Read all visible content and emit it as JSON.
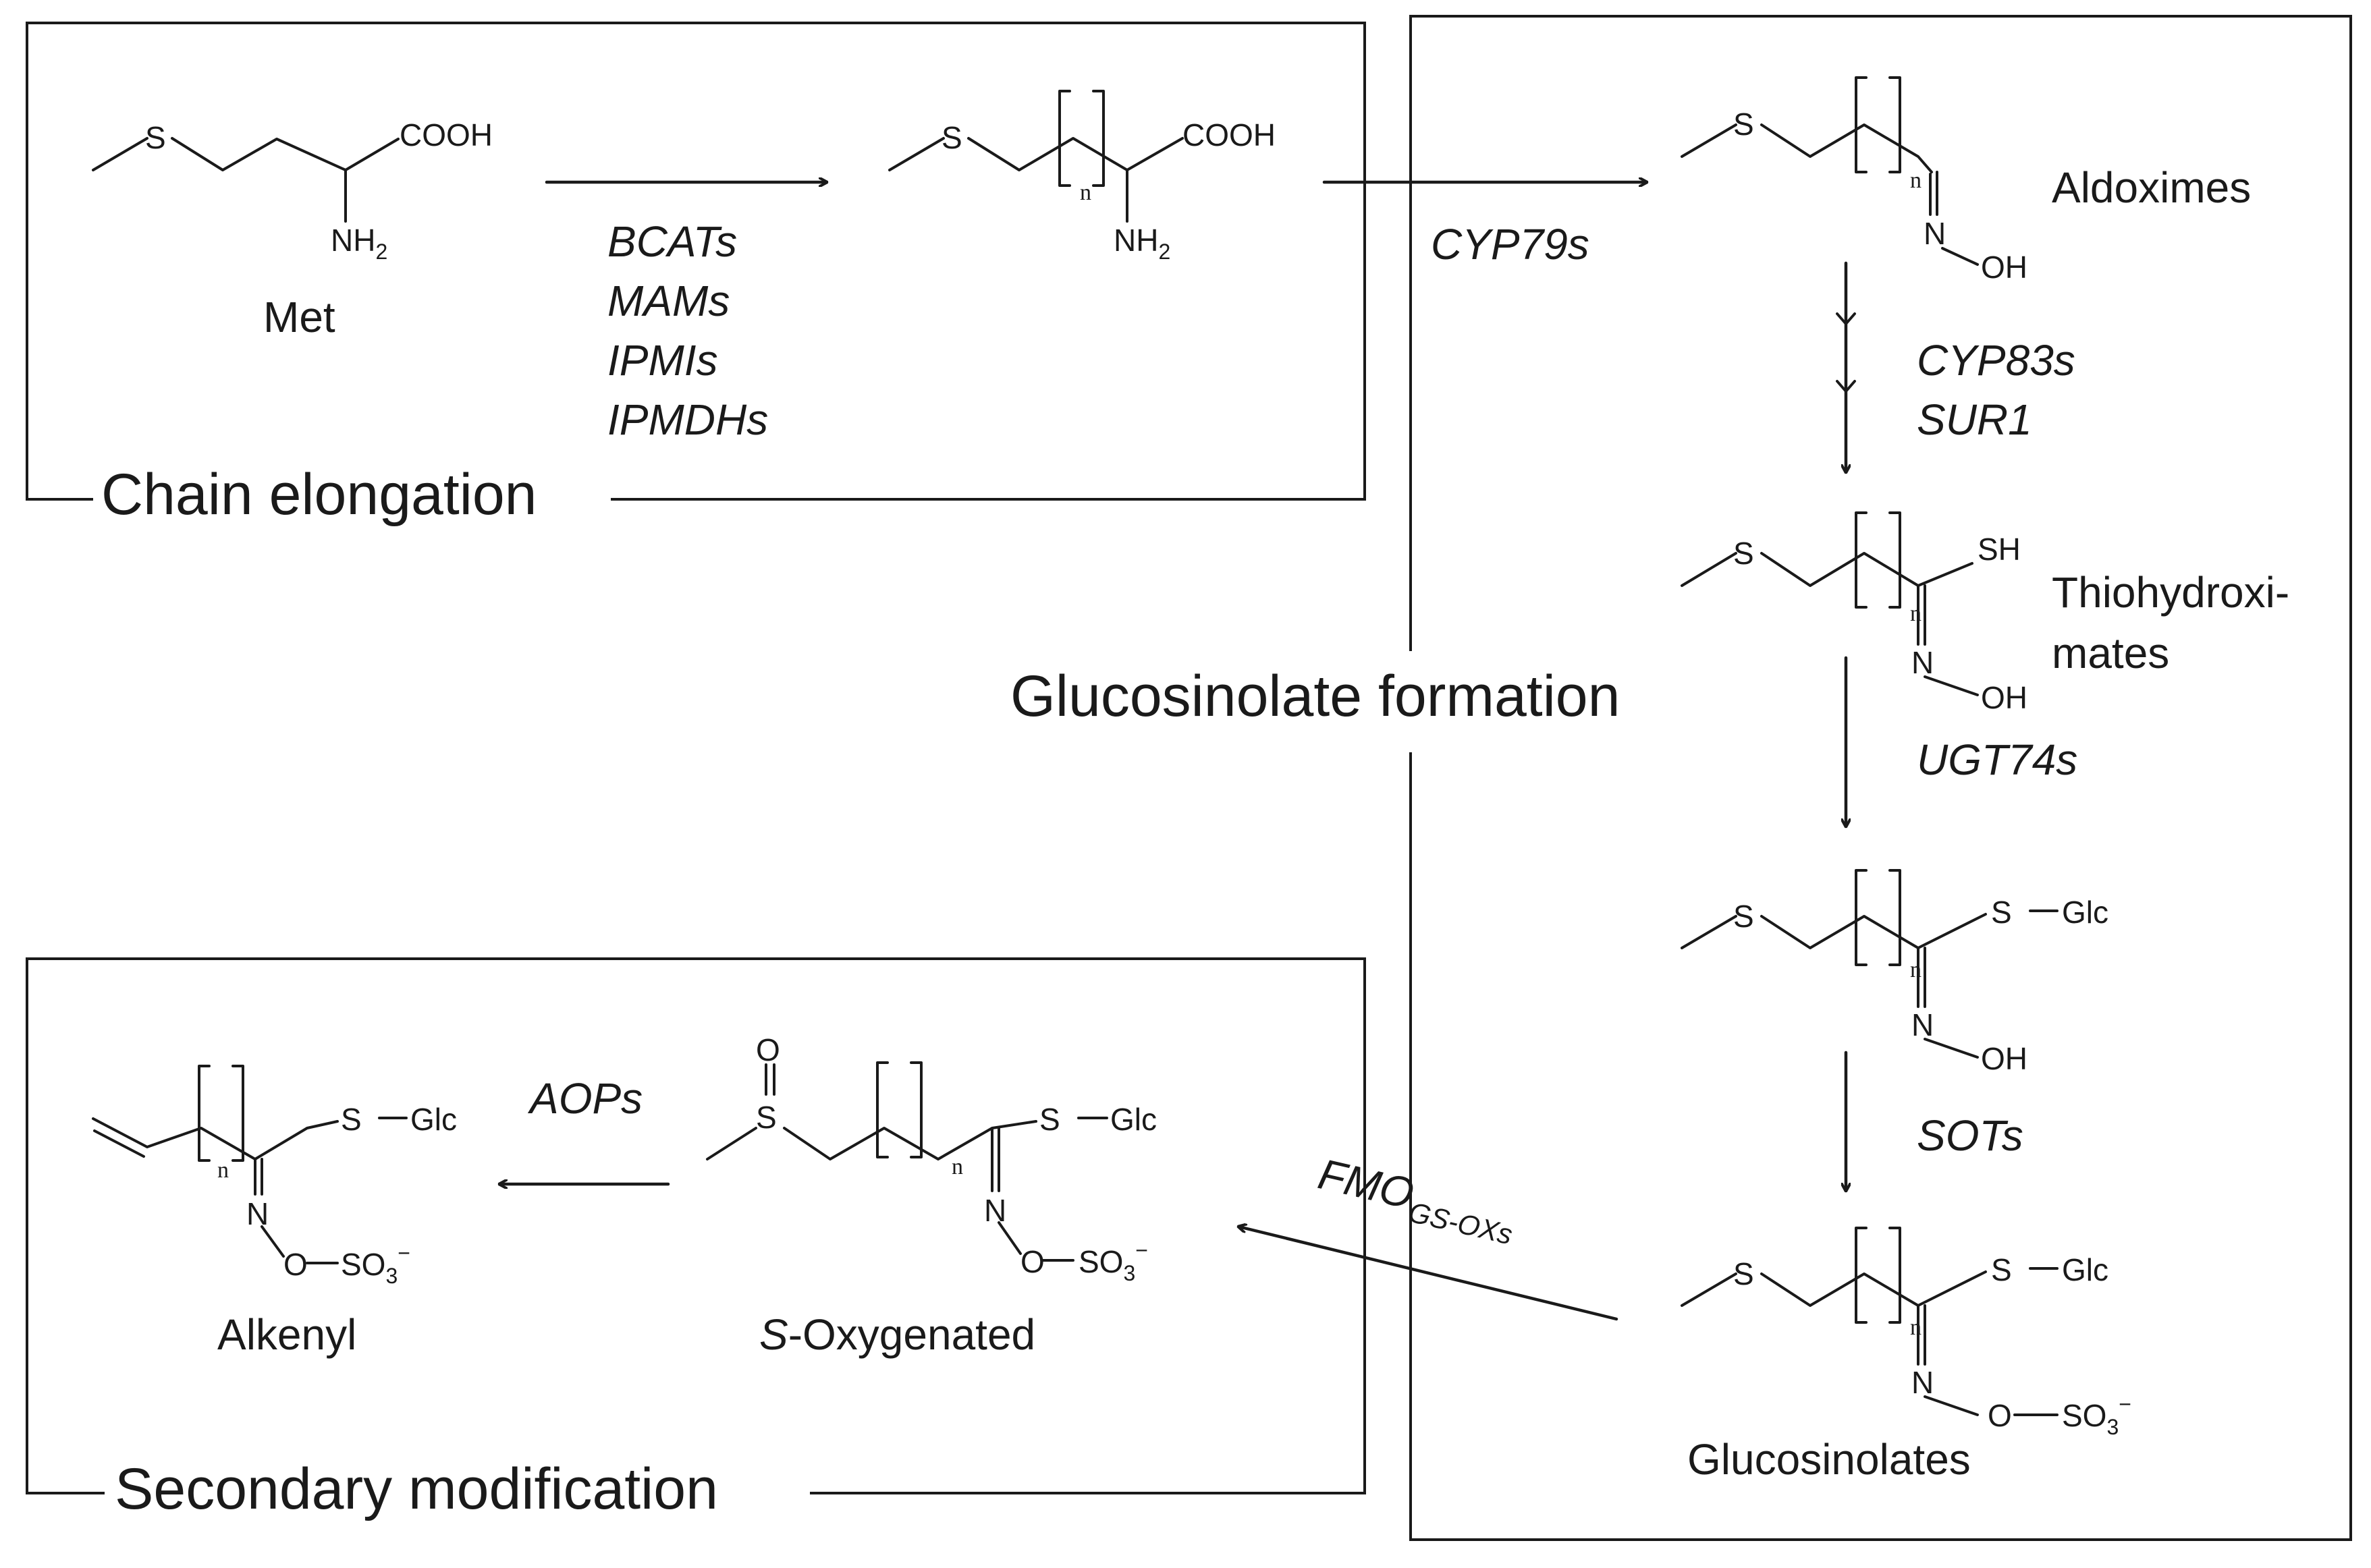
{
  "sections": {
    "chain_elongation": "Chain elongation",
    "glucosinolate_formation": "Glucosinolate formation",
    "secondary_modification": "Secondary modification"
  },
  "compounds": {
    "met": "Met",
    "aldoximes": "Aldoximes",
    "thiohydroximates_line1": "Thiohydroxi-",
    "thiohydroximates_line2": "mates",
    "glucosinolates": "Glucosinolates",
    "alkenyl": "Alkenyl",
    "s_oxygenated_italic": "S",
    "s_oxygenated_rest": "-Oxygenated"
  },
  "enzymes": {
    "chain_elongation": [
      "BCATs",
      "MAMs",
      "IPMIs",
      "IPMDHs"
    ],
    "cyp79s": "CYP79s",
    "cyp83s": "CYP83s",
    "sur1": "SUR1",
    "ugt74s": "UGT74s",
    "sots": "SOTs",
    "fmo_main": "FMO",
    "fmo_sub": "GS-OXs",
    "aops": "AOPs"
  },
  "atoms": {
    "s": "S",
    "n": "N",
    "o": "O",
    "oh": "OH",
    "sh": "SH",
    "cooh": "COOH",
    "nh": "NH",
    "nh_sub": "2",
    "glc": "Glc",
    "so": "SO",
    "so_sub": "3",
    "so_sup": "−",
    "repeat_index": "n"
  }
}
